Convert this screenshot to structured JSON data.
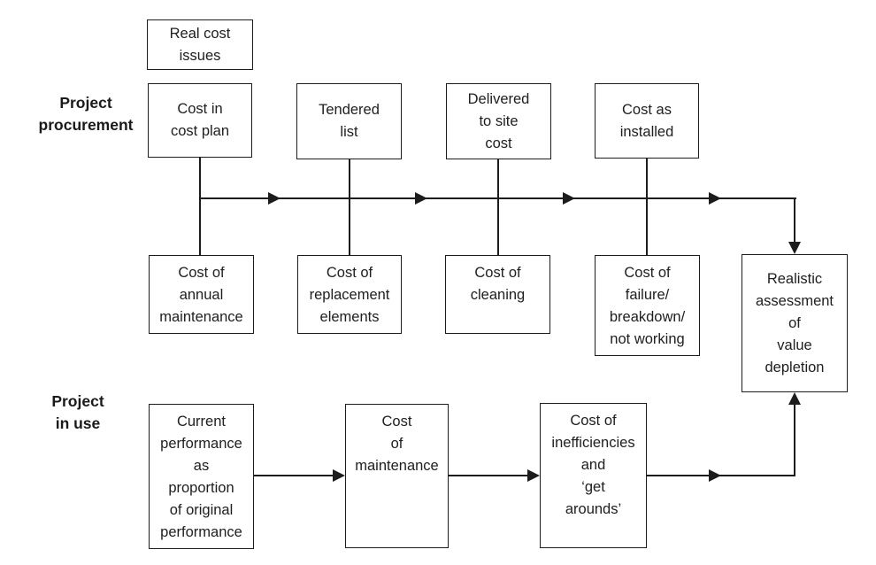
{
  "figure": {
    "title_implicit": "Real cost issues",
    "text_color": "#202020",
    "line_color": "#1c1c1c",
    "background": "#ffffff"
  },
  "section_labels": {
    "procurement": "Project\nprocurement",
    "in_use": "Project\nin use"
  },
  "boxes": {
    "real_cost_issues": {
      "text": "Real cost\nissues"
    },
    "cost_in_cost_plan": {
      "text": "Cost in\ncost plan"
    },
    "tendered_list": {
      "text": "Tendered\nlist"
    },
    "delivered_to_site_cost": {
      "text": "Delivered\nto site\ncost"
    },
    "cost_as_installed": {
      "text": "Cost as\ninstalled"
    },
    "cost_of_annual_maintenance": {
      "text": "Cost of\nannual\nmaintenance"
    },
    "cost_of_replacement_elements": {
      "text": "Cost of\nreplacement\nelements"
    },
    "cost_of_cleaning": {
      "text": "Cost of\ncleaning"
    },
    "cost_of_failure": {
      "text": "Cost of\nfailure/\nbreakdown/\nnot working"
    },
    "realistic_assessment": {
      "text": "Realistic\nassessment\nof\nvalue\ndepletion"
    },
    "current_performance": {
      "text": "Current\nperformance\nas\nproportion\nof original\nperformance"
    },
    "cost_of_maintenance": {
      "text": "Cost\nof\nmaintenance"
    },
    "cost_of_inefficiencies": {
      "text": "Cost of\ninefficiencies\nand\n‘get\narounds’"
    }
  },
  "edges": [
    {
      "from": "cost_in_cost_plan",
      "to": "cost_of_annual_maintenance",
      "style": "plain-vertical"
    },
    {
      "from": "tendered_list",
      "to": "cost_of_replacement_elements",
      "style": "plain-vertical"
    },
    {
      "from": "delivered_to_site_cost",
      "to": "cost_of_cleaning",
      "style": "plain-vertical"
    },
    {
      "from": "cost_as_installed",
      "to": "cost_of_failure",
      "style": "plain-vertical"
    },
    {
      "from": "procurement-flow-line",
      "to": "realistic_assessment",
      "style": "horizontal-with-right-arrows-then-down-arrow"
    },
    {
      "from": "current_performance",
      "to": "cost_of_maintenance",
      "style": "arrow-right"
    },
    {
      "from": "cost_of_maintenance",
      "to": "cost_of_inefficiencies",
      "style": "arrow-right"
    },
    {
      "from": "cost_of_inefficiencies",
      "to": "realistic_assessment",
      "style": "arrow-right-then-up-arrow"
    }
  ]
}
